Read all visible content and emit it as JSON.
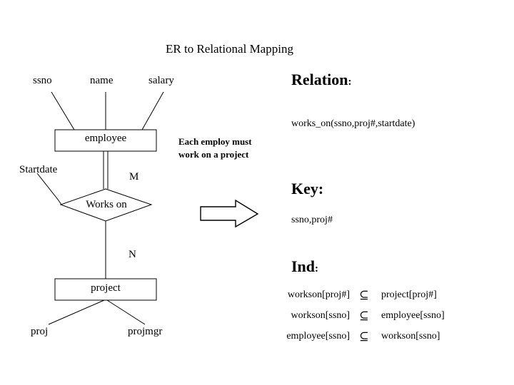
{
  "slide": {
    "title": "ER to Relational Mapping",
    "background": "#ffffff",
    "ink": "#000000"
  },
  "er_diagram": {
    "entities": [
      {
        "name": "employee",
        "label": "employee"
      },
      {
        "name": "project",
        "label": "project"
      }
    ],
    "relationship": {
      "label": "Works on",
      "attribute": "Startdate",
      "employee_cardinality": "M",
      "project_cardinality": "N",
      "employee_participation": "total"
    },
    "employee_attributes": [
      "ssno",
      "name",
      "salary"
    ],
    "project_attributes": [
      "proj",
      "projmgr"
    ],
    "attribute_labels": {
      "ssno": "ssno",
      "name": "name",
      "salary": "salary",
      "startdate": "Startdate",
      "proj": "proj",
      "projmgr": "projmgr"
    },
    "note": "Each employ must work on a project",
    "arrow_icon": "right-block-arrow"
  },
  "mapping": {
    "relation": {
      "heading": "Relation",
      "colon": ":",
      "value": "works_on(ssno,proj#,startdate)"
    },
    "key": {
      "heading": "Key:",
      "value": "ssno,proj#"
    },
    "ind": {
      "heading": "Ind",
      "colon": ":",
      "operator": "⊆",
      "rows": [
        {
          "lhs": "workson[proj#]",
          "op": "⊆",
          "rhs": "project[proj#]"
        },
        {
          "lhs": "workson[ssno]",
          "op": "⊆",
          "rhs": "employee[ssno]"
        },
        {
          "lhs": "employee[ssno]",
          "op": "⊆",
          "rhs": "workson[ssno]"
        }
      ]
    }
  }
}
